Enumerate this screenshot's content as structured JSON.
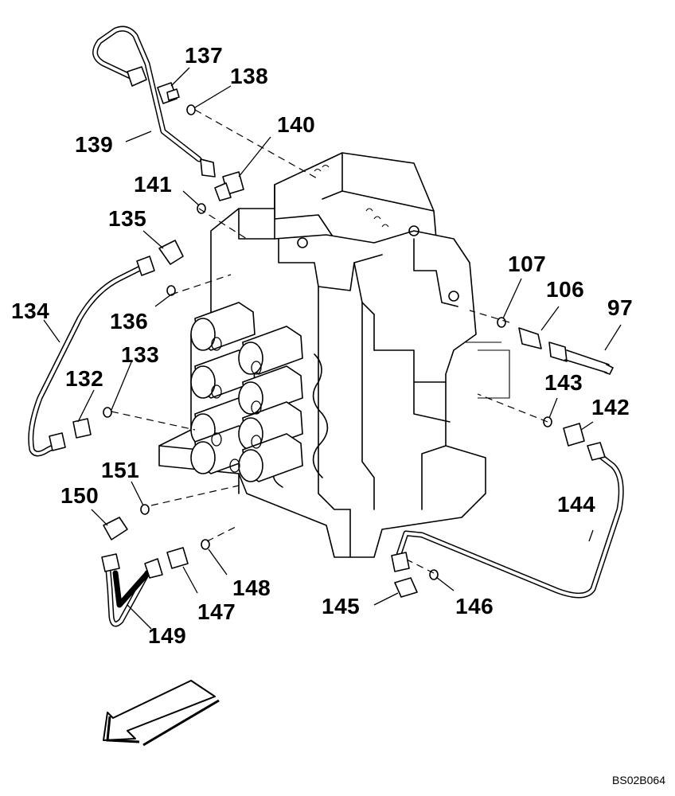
{
  "diagram": {
    "drawing_code": "BS02B064",
    "callouts": [
      {
        "id": "137",
        "label": "137"
      },
      {
        "id": "138",
        "label": "138"
      },
      {
        "id": "139",
        "label": "139"
      },
      {
        "id": "140",
        "label": "140"
      },
      {
        "id": "141",
        "label": "141"
      },
      {
        "id": "135",
        "label": "135"
      },
      {
        "id": "134",
        "label": "134"
      },
      {
        "id": "136",
        "label": "136"
      },
      {
        "id": "133",
        "label": "133"
      },
      {
        "id": "132",
        "label": "132"
      },
      {
        "id": "151",
        "label": "151"
      },
      {
        "id": "150",
        "label": "150"
      },
      {
        "id": "149",
        "label": "149"
      },
      {
        "id": "147",
        "label": "147"
      },
      {
        "id": "148",
        "label": "148"
      },
      {
        "id": "145",
        "label": "145"
      },
      {
        "id": "146",
        "label": "146"
      },
      {
        "id": "144",
        "label": "144"
      },
      {
        "id": "142",
        "label": "142"
      },
      {
        "id": "143",
        "label": "143"
      },
      {
        "id": "97",
        "label": "97"
      },
      {
        "id": "106",
        "label": "106"
      },
      {
        "id": "107",
        "label": "107"
      }
    ]
  }
}
